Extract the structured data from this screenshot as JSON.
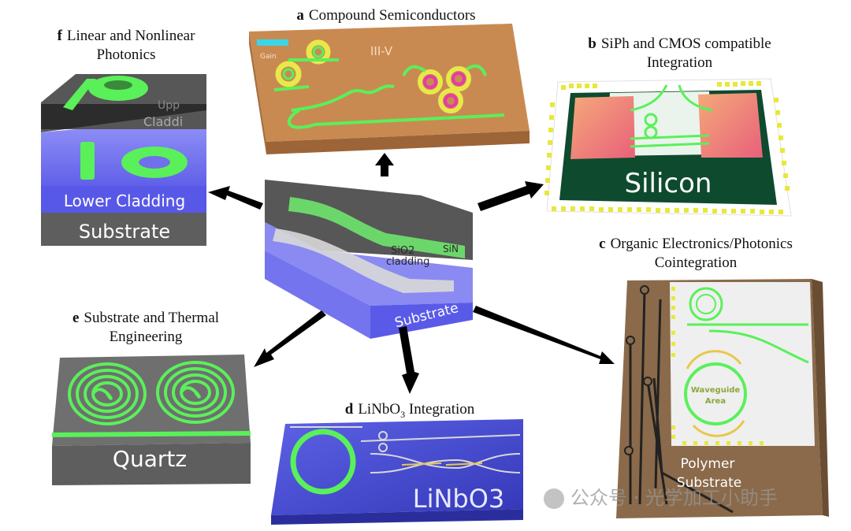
{
  "panels": {
    "a": {
      "letter": "a",
      "title": "Compound Semiconductors",
      "labels": {
        "gain": "Gain",
        "material": "III-V"
      }
    },
    "b": {
      "letter": "b",
      "title_line1": "SiPh and CMOS compatible",
      "title_line2": "Integration",
      "labels": {
        "material": "Silicon"
      }
    },
    "c": {
      "letter": "c",
      "title_line1": "Organic Electronics/Photonics",
      "title_line2": "Cointegration",
      "labels": {
        "waveguide_line1": "Waveguide",
        "waveguide_line2": "Area",
        "polymer": "Polymer",
        "substrate": "Substrate"
      }
    },
    "d": {
      "letter": "d",
      "title_pre": "LiNbO",
      "title_sub": "3",
      "title_post": " Integration",
      "labels": {
        "material": "LiNbO3"
      }
    },
    "e": {
      "letter": "e",
      "title_line1": "Substrate and Thermal",
      "title_line2": "Engineering",
      "labels": {
        "material": "Quartz"
      }
    },
    "f": {
      "letter": "f",
      "title_line1": "Linear and Nonlinear",
      "title_line2": "Photonics",
      "labels": {
        "upper": "Upp",
        "cladding": "Claddi",
        "lower": "Lower Cladding",
        "substrate": "Substrate"
      }
    }
  },
  "center": {
    "labels": {
      "sio2": "SiO2",
      "cladding": "cladding",
      "sin": "SiN",
      "substrate": "Substrate"
    }
  },
  "watermark": "公众号 · 光学加工小助手",
  "colors": {
    "waveguide": "#5af05a",
    "iii_v": "#c98a52",
    "silicon_pcb": "#0e4a2e",
    "linbo3": "#4b4fd8",
    "quartz": "#6f6f6f",
    "lower_cladding": "#6e6ef0",
    "polymer": "#8a6a4a"
  }
}
